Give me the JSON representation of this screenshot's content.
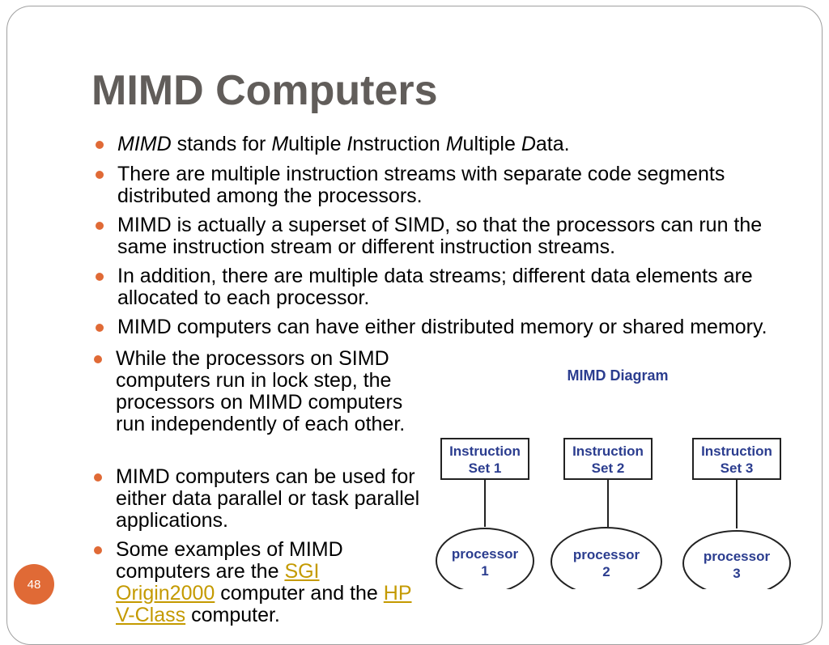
{
  "slide": {
    "title": "MIMD Computers",
    "page_number": "48"
  },
  "bullets_top": [
    {
      "id": "b1"
    },
    {
      "text": "There are multiple instruction streams with separate code segments distributed among the processors."
    },
    {
      "text": "MIMD is actually a superset of SIMD, so that the processors can run the same instruction stream or different instruction streams."
    },
    {
      "text": "In addition, there are multiple data streams; different data elements are allocated to each processor."
    },
    {
      "text": "MIMD computers can have either distributed memory or shared memory."
    }
  ],
  "bullet1_parts": {
    "mimd": "MIMD",
    "stands_for": " stands for ",
    "m1": "M",
    "ultiple1": "ultiple ",
    "i": "I",
    "nstruction": "nstruction ",
    "m2": "M",
    "ultiple2": "ultiple ",
    "d": "D",
    "ata": "ata."
  },
  "bullets_narrow": [
    {
      "text": "While the processors on SIMD computers run in lock step, the processors on MIMD computers run independently of each other."
    },
    {
      "text": "MIMD computers can be used for either data parallel or task parallel applications."
    }
  ],
  "bullet_examples": {
    "pre": "Some examples of MIMD computers are the ",
    "link1": "SGI Origin2000",
    "mid": " computer and the ",
    "link2": "HP V-Class",
    "post": " computer."
  },
  "diagram": {
    "title": "MIMD Diagram",
    "instruction_sets": [
      {
        "line1": "Instruction",
        "line2": "Set 1"
      },
      {
        "line1": "Instruction",
        "line2": "Set 2"
      },
      {
        "line1": "Instruction",
        "line2": "Set 3"
      }
    ],
    "processors": [
      {
        "line1": "processor",
        "line2": "1"
      },
      {
        "line1": "processor",
        "line2": "2"
      },
      {
        "line1": "processor",
        "line2": "3"
      }
    ]
  },
  "colors": {
    "title": "#615d5a",
    "bullet": "#e06a36",
    "link": "#c49a00",
    "diagram_text": "#2b3d8f"
  }
}
